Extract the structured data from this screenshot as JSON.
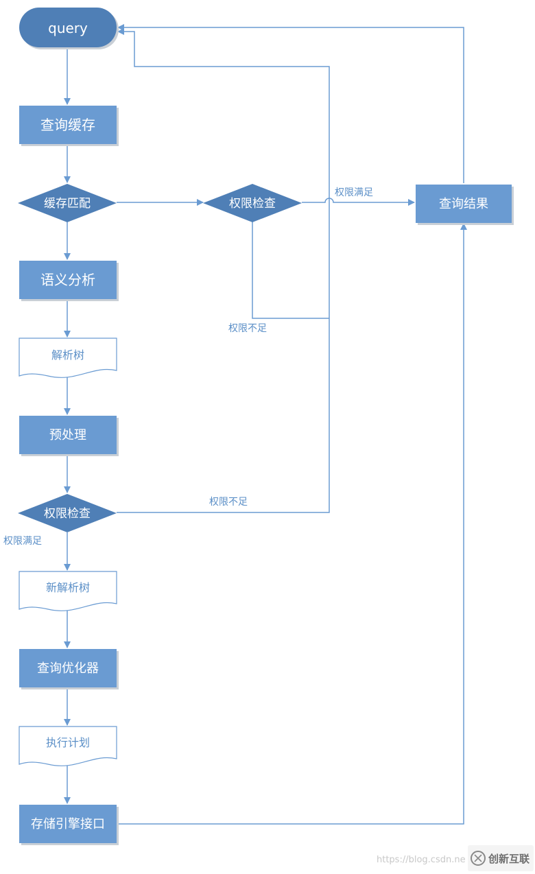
{
  "colors": {
    "node_fill": "#6a9bd2",
    "node_shadow": "#c9cfd6",
    "arrow": "#6a9bd2",
    "doc_stroke": "#6a9bd2",
    "doc_text": "#5b8fc7",
    "start_fill": "#4f7fb6"
  },
  "nodes": {
    "query": "query",
    "cache_lookup": "查询缓存",
    "cache_match": "缓存匹配",
    "perm_check_top": "权限检查",
    "query_result": "查询结果",
    "semantic_analysis": "语义分析",
    "parse_tree": "解析树",
    "preprocess": "预处理",
    "perm_check_mid": "权限检查",
    "new_parse_tree": "新解析树",
    "query_optimizer": "查询优化器",
    "exec_plan": "执行计划",
    "storage_engine": "存储引擎接口"
  },
  "edge_labels": {
    "perm_ok_top": "权限满足",
    "perm_denied_top": "权限不足",
    "perm_denied_mid": "权限不足",
    "perm_ok_mid": "权限满足"
  },
  "watermark": {
    "url": "https://blog.csdn.ne",
    "brand": "创新互联"
  }
}
